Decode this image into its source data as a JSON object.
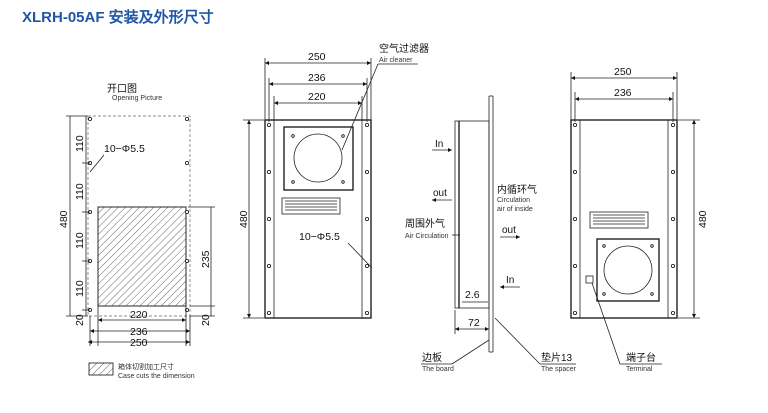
{
  "title": "XLRH-05AF 安装及外形尺寸",
  "opening_view": {
    "label_cn": "开口图",
    "label_en": "Opening Picture",
    "dims": {
      "v_110_a": "110",
      "v_110_b": "110",
      "v_110_c": "110",
      "v_110_d": "110",
      "v_480": "480",
      "v_235": "235",
      "v_20_left": "20",
      "v_20_right": "20",
      "h_220": "220",
      "h_236": "236",
      "h_250": "250"
    },
    "hole_note": "10−Φ5.5"
  },
  "front_view": {
    "dims": {
      "h_250": "250",
      "h_236": "236",
      "h_220": "220",
      "v_480": "480"
    },
    "filter_cn": "空气过滤器",
    "filter_en": "Air cleaner",
    "hole_note": "10−Φ5.5"
  },
  "side_view": {
    "in_top": "In",
    "out_left": "out",
    "inner_cn": "内循环气",
    "inner_en1": "Circulation",
    "inner_en2": "air of inside",
    "outer_cn": "周围外气",
    "outer_en": "Air Circulation",
    "out_right": "out",
    "in_bottom": "In",
    "dim_2_6": "2.6",
    "dim_72": "72",
    "board_cn": "边板",
    "board_en": "The board",
    "spacer_cn": "垫片13",
    "spacer_en": "The spacer"
  },
  "back_view": {
    "dims": {
      "h_250": "250",
      "h_236": "236",
      "v_480": "480"
    },
    "terminal_cn": "端子台",
    "terminal_en": "Terminal"
  },
  "legend": {
    "text_cn": "箱体切割加工尺寸",
    "text_en": "Case cuts the dimension"
  }
}
